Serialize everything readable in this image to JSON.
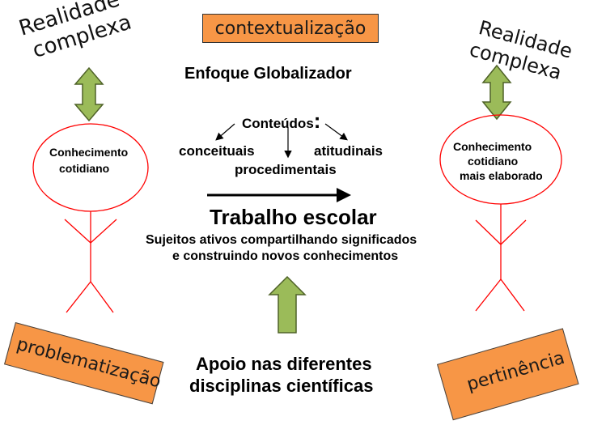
{
  "top_box": "contextualização",
  "reality_left": {
    "line1": "Realidade",
    "line2": "complexa"
  },
  "reality_right": {
    "line1": "Realidade",
    "line2": "complexa"
  },
  "title": "Enfoque Globalizador",
  "contents": {
    "heading": "Conteúdos",
    "colon": ":",
    "items": [
      "conceituais",
      "atitudinais",
      "procedimentais"
    ]
  },
  "left_person": {
    "line1": "Conhecimento",
    "line2": "cotidiano"
  },
  "right_person": {
    "line1": "Conhecimento",
    "line2": "cotidiano",
    "line3": "mais elaborado"
  },
  "work": {
    "title": "Trabalho escolar",
    "line1": "Sujeitos ativos compartilhando significados",
    "line2": "e construindo novos conhecimentos"
  },
  "support": {
    "line1": "Apoio nas diferentes",
    "line2": "disciplinas científicas"
  },
  "bottom_left": "problematização",
  "bottom_right": "pertinência",
  "colors": {
    "orange": "#f79646",
    "arrow_green": "#9bbb59",
    "stick_red": "#ff0000"
  }
}
